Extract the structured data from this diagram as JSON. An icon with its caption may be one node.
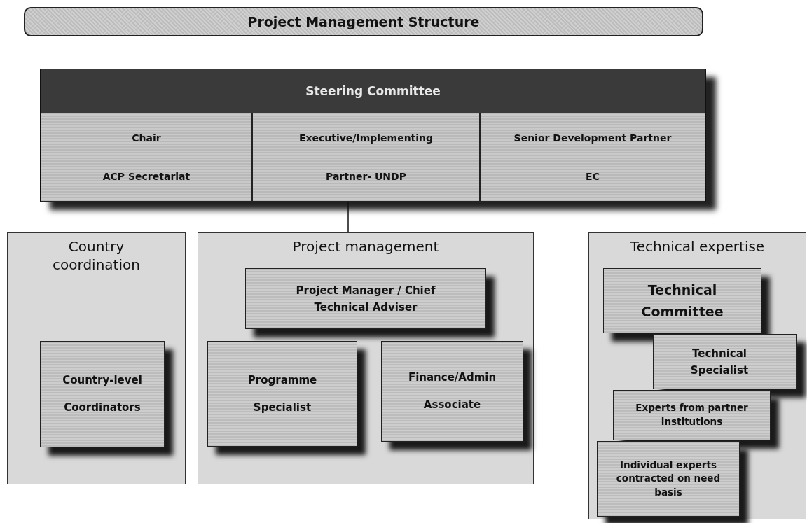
{
  "diagram": {
    "title": "Project Management Structure",
    "nodes": [
      {
        "text": [
          "Steering Committee"
        ]
      },
      {
        "text": [
          "Chair",
          "ACP Secretariat"
        ],
        "in": 0
      },
      {
        "text": [
          "Executive/Implementing",
          "Partner- UNDP"
        ],
        "in": 0
      },
      {
        "text": [
          "Senior Development Partner",
          "EC"
        ],
        "in": 0
      },
      {
        "text": [
          "Country coordination"
        ]
      },
      {
        "text": [
          "Country-level Coordinators"
        ],
        "in": 4
      },
      {
        "text": [
          "Project management"
        ]
      },
      {
        "text": [
          "Project Manager / Chief Technical Adviser"
        ],
        "in": 6
      },
      {
        "text": [
          "Programme Specialist"
        ],
        "in": 6
      },
      {
        "text": [
          "Finance/Admin Associate"
        ],
        "in": 6
      },
      {
        "text": [
          "Technical expertise"
        ]
      },
      {
        "text": [
          "Technical Committee"
        ],
        "in": 10
      },
      {
        "text": [
          "Technical Specialist"
        ],
        "in": 10
      },
      {
        "text": [
          "Experts from partner institutions"
        ],
        "in": 10
      },
      {
        "text": [
          "Individual experts contracted on need basis"
        ],
        "in": 10
      }
    ],
    "edges": [
      {
        "from": 0,
        "to": 6,
        "arrow": "none"
      }
    ]
  }
}
